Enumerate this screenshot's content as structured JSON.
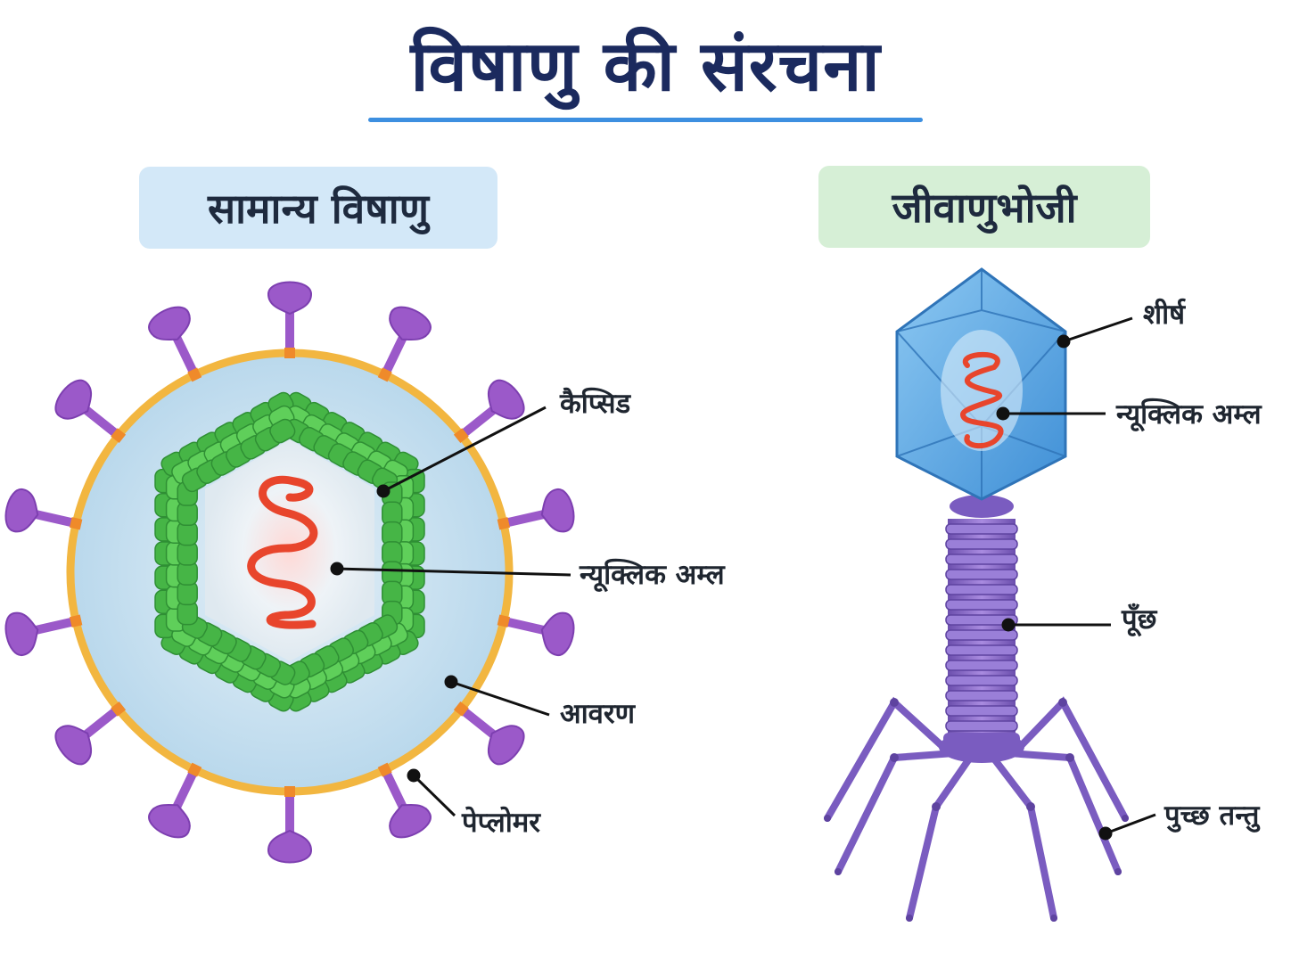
{
  "title": "विषाणु की संरचना",
  "panels": {
    "virus": {
      "heading": "सामान्य विषाणु",
      "labels": {
        "capsid": "कैप्सिड",
        "nucleic_acid": "न्यूक्लिक अम्ल",
        "envelope": "आवरण",
        "peplomer": "पेप्लोमर"
      }
    },
    "phage": {
      "heading": "जीवाणुभोजी",
      "labels": {
        "head": "शीर्ष",
        "nucleic_acid": "न्यूक्लिक अम्ल",
        "tail": "पूँछ",
        "tail_fibres": "पुच्छ तन्तु"
      }
    }
  },
  "colors": {
    "title": "#1b2a5e",
    "underline": "#3d8fe0",
    "envelope": "#f2b640",
    "peplomer": "#9b59c9",
    "capsid": "#4fc04f",
    "nucleic_acid": "#e8452c",
    "phage_head": "#5aa9e8",
    "phage_tail": "#8a6cc7"
  }
}
